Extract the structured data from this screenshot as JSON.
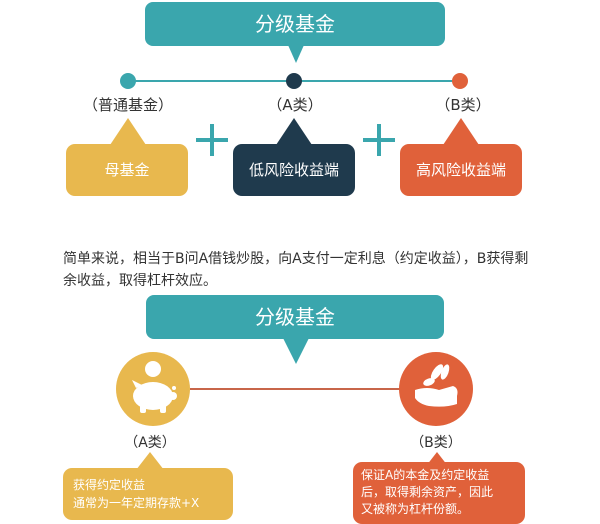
{
  "colors": {
    "teal": "#3aa6ad",
    "yellow": "#e8b84e",
    "navy": "#1f3a4d",
    "orange": "#e0613a",
    "connector_red": "#c8664a"
  },
  "top_section": {
    "title": "分级基金",
    "nodes": [
      {
        "label": "（普通基金）",
        "box_label": "母基金",
        "dot_color": "#3aa6ad",
        "box_color": "#e8b84e"
      },
      {
        "label": "（A类）",
        "box_label": "低风险收益端",
        "dot_color": "#1f3a4d",
        "box_color": "#1f3a4d"
      },
      {
        "label": "（B类）",
        "box_label": "高风险收益端",
        "dot_color": "#e0613a",
        "box_color": "#e0613a"
      }
    ],
    "operators": [
      "+",
      "+"
    ]
  },
  "description": "简单来说，相当于B问A借钱炒股，向A支付一定利息（约定收益），B获得剩余收益，取得杠杆效应。",
  "bottom_section": {
    "title": "分级基金",
    "left": {
      "icon": "piggy-bank-icon",
      "label": "（A类）",
      "note_lines": [
        "获得约定收益",
        "通常为一年定期存款+X"
      ]
    },
    "right": {
      "icon": "hand-with-sprout-icon",
      "label": "（B类）",
      "note_lines": [
        "保证A的本金及约定收益",
        "后，取得剩余资产，因此",
        "又被称为杠杆份额。"
      ]
    }
  }
}
